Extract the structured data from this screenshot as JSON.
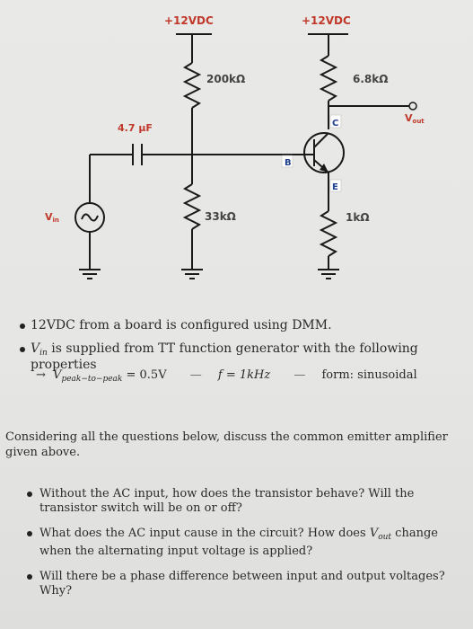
{
  "circuit": {
    "supply_left": "+12VDC",
    "supply_right": "+12VDC",
    "r1": "200kΩ",
    "r2": "33kΩ",
    "rc": "6.8kΩ",
    "re": "1kΩ",
    "cap": "4.7 µF",
    "vin_main": "V",
    "vin_sub": "in",
    "vout_main": "V",
    "vout_sub": "out",
    "base": "B",
    "collector": "C",
    "emitter": "E"
  },
  "bullets": {
    "b1": "12VDC from a board is configured using DMM.",
    "b2_v": "V",
    "b2_sub": "in",
    "b2_rest": " is supplied from TT function generator with the following properties",
    "b3_arrow": "→",
    "b3_v": "V",
    "b3_sub": "peak−to−peak",
    "b3_val": " = 0.5V",
    "b3_dash1": "—",
    "b3_freq": "f = 1kHz",
    "b3_dash2": "—",
    "b3_form": "form: sinusoidal"
  },
  "prompt": "Considering all the questions below, discuss the common emitter amplifier given above.",
  "questions": {
    "q1": "Without the AC input, how does the transistor behave? Will the transistor switch will be on or off?",
    "q2_a": "What does the AC input cause in the circuit? How does ",
    "q2_v": "V",
    "q2_sub": "out",
    "q2_b": " change when the alternating input voltage is applied?",
    "q3": "Will there be a phase difference between input and output voltages? Why?"
  }
}
